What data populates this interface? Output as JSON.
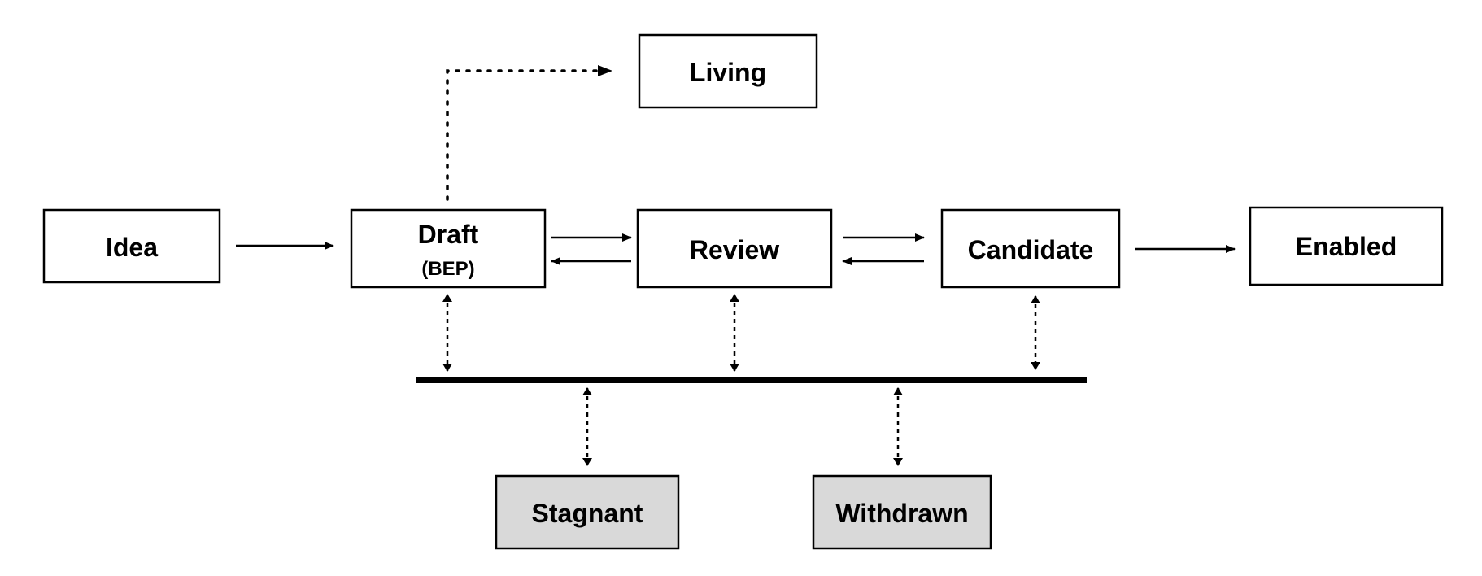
{
  "colors": {
    "box_fill": "#ffffff",
    "box_fill_terminal": "#d9d9d9",
    "stroke": "#000000"
  },
  "nodes": {
    "idea": {
      "label": "Idea"
    },
    "draft": {
      "label": "Draft",
      "sublabel": "(BEP)"
    },
    "review": {
      "label": "Review"
    },
    "candidate": {
      "label": "Candidate"
    },
    "enabled": {
      "label": "Enabled"
    },
    "living": {
      "label": "Living"
    },
    "stagnant": {
      "label": "Stagnant"
    },
    "withdrawn": {
      "label": "Withdrawn"
    }
  },
  "edges": [
    {
      "from": "Idea",
      "to": "Draft",
      "style": "solid"
    },
    {
      "from": "Draft",
      "to": "Review",
      "style": "solid"
    },
    {
      "from": "Review",
      "to": "Draft",
      "style": "solid"
    },
    {
      "from": "Review",
      "to": "Candidate",
      "style": "solid"
    },
    {
      "from": "Candidate",
      "to": "Review",
      "style": "solid"
    },
    {
      "from": "Candidate",
      "to": "Enabled",
      "style": "solid"
    },
    {
      "from": "Draft",
      "to": "Living",
      "style": "dotted"
    },
    {
      "from": "Draft",
      "to": "bus",
      "style": "dashed",
      "bidirectional": true
    },
    {
      "from": "Review",
      "to": "bus",
      "style": "dashed",
      "bidirectional": true
    },
    {
      "from": "Candidate",
      "to": "bus",
      "style": "dashed",
      "bidirectional": true
    },
    {
      "from": "bus",
      "to": "Stagnant",
      "style": "dashed",
      "bidirectional": true
    },
    {
      "from": "bus",
      "to": "Withdrawn",
      "style": "dashed",
      "bidirectional": true
    }
  ]
}
